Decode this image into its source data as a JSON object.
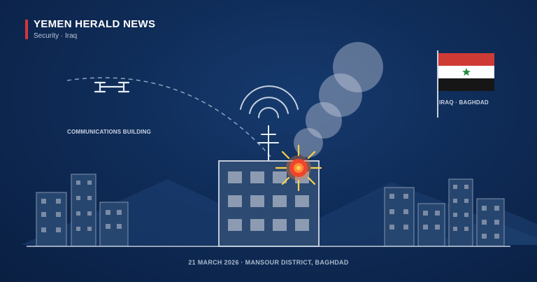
{
  "header": {
    "brand": "YEMEN HERALD NEWS",
    "section": "Security · Iraq"
  },
  "labels": {
    "building": "COMMUNICATIONS BUILDING",
    "flag_location": "IRAQ · BAGHDAD"
  },
  "caption": "21 MARCH 2026 · MANSOUR DISTRICT, BAGHDAD",
  "colors": {
    "accent": "#d6353a",
    "flag_red": "#cf3b34",
    "flag_white": "#ffffff",
    "flag_black": "#161616",
    "flag_star": "#1f8a3a",
    "explosion": "#ff5a2a",
    "burst": "#ffd24a"
  },
  "icons": [
    "drone-icon",
    "flag-icon",
    "antenna-icon",
    "signal-waves-icon",
    "explosion-icon",
    "smoke-icon"
  ]
}
